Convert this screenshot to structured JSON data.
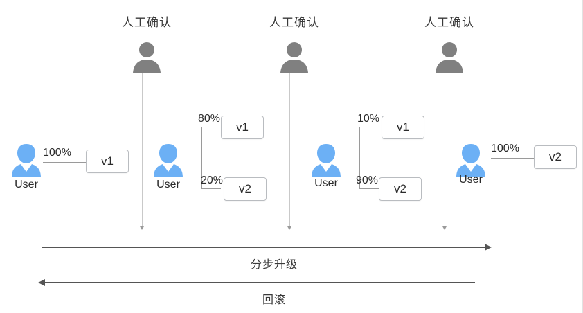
{
  "diagram": {
    "title_labels": {
      "manual_confirm": "人工确认"
    },
    "user_label": "User",
    "flow": {
      "upgrade": "分步升级",
      "rollback": "回滚"
    },
    "colors": {
      "user_icon": "#6cb0f5",
      "confirm_icon": "#808080",
      "arrow": "#555555",
      "box_border": "#b9bcc0",
      "line": "#9a9a9a",
      "text": "#2b2b2b"
    },
    "stages": [
      {
        "id": "stage-1",
        "manual_confirm": false,
        "user": "User",
        "branches": [
          {
            "percent": "100%",
            "version": "v1"
          }
        ]
      },
      {
        "id": "stage-2",
        "manual_confirm": true,
        "confirm_label": "人工确认",
        "user": "User",
        "branches": [
          {
            "percent": "80%",
            "version": "v1"
          },
          {
            "percent": "20%",
            "version": "v2"
          }
        ]
      },
      {
        "id": "stage-3",
        "manual_confirm": true,
        "confirm_label": "人工确认",
        "user": "User",
        "branches": [
          {
            "percent": "10%",
            "version": "v1"
          },
          {
            "percent": "90%",
            "version": "v2"
          }
        ]
      },
      {
        "id": "stage-4",
        "manual_confirm": true,
        "confirm_label": "人工确认",
        "user": "User",
        "branches": [
          {
            "percent": "100%",
            "version": "v2"
          }
        ]
      }
    ]
  }
}
